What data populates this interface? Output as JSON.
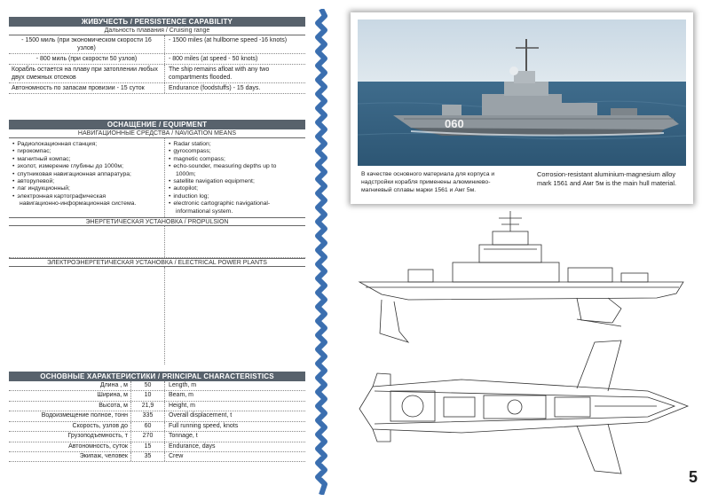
{
  "persistence": {
    "header": "ЖИВУЧЕСТЬ / PERSISTENCE CAPABILITY",
    "subheader": "Дальность плавания  / Cruising range",
    "rows": [
      {
        "ru": "- 1500 миль (при экономическом скорости 16 узлов)",
        "en": "- 1500 miles (at hullborne speed -16 knots)"
      },
      {
        "ru": "- 800 миль (при скорости 50 узлов)",
        "en": "- 800 miles (at speed - 50 knots)"
      },
      {
        "ru": "Корабль остается на плаву при затоплении любых двух смежных отсеков",
        "en": "The ship remains afloat with any two compartments flooded."
      },
      {
        "ru": "Автономность по запасам провизии - 15 суток",
        "en": "Endurance (foodstuffs) - 15 days."
      }
    ]
  },
  "equipment": {
    "header": "ОСНАЩЕНИЕ / EQUIPMENT",
    "nav_header": "НАВИГАЦИОННЫЕ СРЕДСТВА / NAVIGATION MEANS",
    "nav_ru": [
      "Радиолокационная станция;",
      "гирокомпас;",
      "магнитный компас;",
      "эхолот, измерение глубины до 1000м;",
      "спутниковая навигационная аппаратура;",
      "авторулевой;",
      "лаг индукционный;",
      "электронная картографическая",
      "навигационно-информационная система."
    ],
    "nav_en": [
      "Radar station;",
      "gyrocompass;",
      "magnetic compass;",
      "echo-sounder, measuring depths up to",
      "1000m;",
      "satellite navigation equipment;",
      "autopilot;",
      "induction log;",
      "electronic cartographic navigational-",
      "informational system."
    ],
    "propulsion_header": "ЭНЕРГЕТИЧЕСКАЯ УСТАНОВКА / PROPULSION",
    "power_header": "ЭЛЕКТРОЭНЕРГЕТИЧЕСКАЯ УСТАНОВКА / ELECTRICAL POWER PLANTS"
  },
  "characteristics": {
    "header": "ОСНОВНЫЕ ХАРАКТЕРИСТИКИ / PRINCIPAL CHARACTERISTICS",
    "rows": [
      {
        "ru": "Длина , м",
        "val": "50",
        "en": "Length, m"
      },
      {
        "ru": "Ширина, м",
        "val": "10",
        "en": "Beam, m"
      },
      {
        "ru": "Высота, м",
        "val": "21,9",
        "en": "Height, m"
      },
      {
        "ru": "Водоизмещение полное, тонн",
        "val": "335",
        "en": "Overall displacement, t"
      },
      {
        "ru": "Скорость, узлов до",
        "val": "60",
        "en": "Full running speed, knots"
      },
      {
        "ru": "Грузоподъемность, т",
        "val": "270",
        "en": "Tonnage, t"
      },
      {
        "ru": "Автономность, суток",
        "val": "15",
        "en": "Endurance, days"
      },
      {
        "ru": "Экипаж, человек",
        "val": "35",
        "en": "Crew"
      }
    ]
  },
  "photo": {
    "hull_number": "060",
    "caption_ru": "В качестве основного материала для корпуса и надстройки корабля применены алюминиево-магниевый сплавы марки 1561 и Амг 5м.",
    "caption_en": "Corrosion-resistant aluminium-magnesium alloy mark 1561 and Амг 5м is the main hull material."
  },
  "page_number": "5"
}
